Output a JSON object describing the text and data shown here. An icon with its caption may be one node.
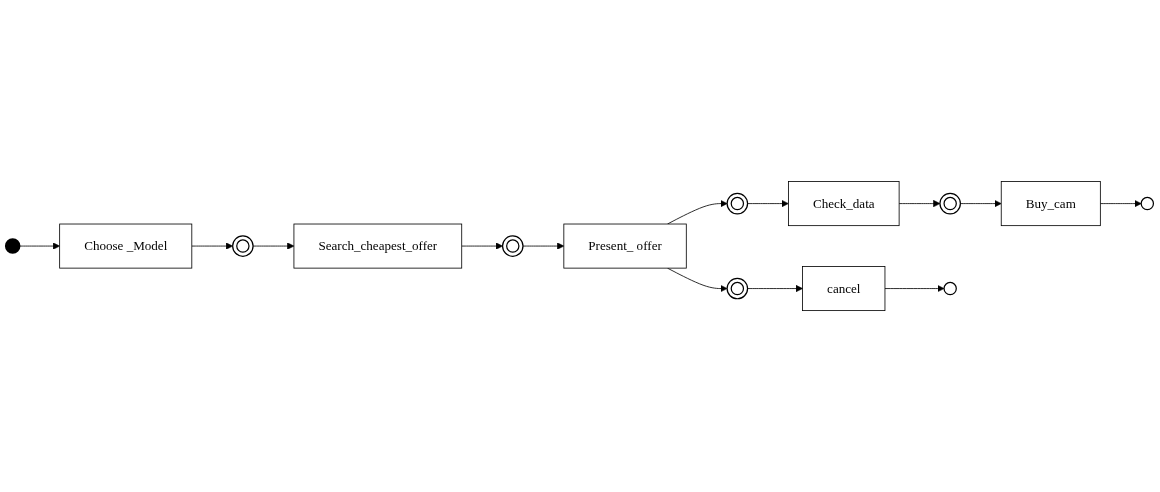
{
  "diagram": {
    "nodes": [
      {
        "text": [],
        "shape": "circle"
      },
      {
        "text": [
          "Buy_cam"
        ]
      },
      {
        "text": [],
        "shape": "circle"
      },
      {
        "text": [
          "Choose _Model"
        ]
      },
      {
        "text": [],
        "shape": "circle"
      },
      {
        "text": [
          "Search_cheapest_offer"
        ]
      },
      {
        "text": [],
        "shape": "circle"
      },
      {
        "text": [],
        "shape": "circle"
      },
      {
        "text": [
          "cancel"
        ]
      },
      {
        "text": [],
        "shape": "circle"
      },
      {
        "text": [
          "Present_ offer"
        ]
      },
      {
        "text": [],
        "shape": "circle"
      },
      {
        "text": [
          "Check_data"
        ]
      },
      {
        "text": [],
        "shape": "circle"
      }
    ],
    "edges": [
      {
        "from": 2,
        "to": 3,
        "arrow": "to"
      },
      {
        "from": 3,
        "to": 4,
        "arrow": "to"
      },
      {
        "from": 4,
        "to": 5,
        "arrow": "to"
      },
      {
        "from": 5,
        "to": 6,
        "arrow": "to"
      },
      {
        "from": 6,
        "to": 10,
        "arrow": "to"
      },
      {
        "from": 10,
        "to": 9,
        "arrow": "to"
      },
      {
        "from": 9,
        "to": 8,
        "arrow": "to"
      },
      {
        "from": 8,
        "to": 13,
        "arrow": "to"
      },
      {
        "from": 10,
        "to": 11,
        "arrow": "to"
      },
      {
        "from": 11,
        "to": 12,
        "arrow": "to"
      },
      {
        "from": 12,
        "to": 7,
        "arrow": "to"
      },
      {
        "from": 7,
        "to": 1,
        "arrow": "to"
      },
      {
        "from": 1,
        "to": 0,
        "arrow": "to"
      }
    ]
  }
}
